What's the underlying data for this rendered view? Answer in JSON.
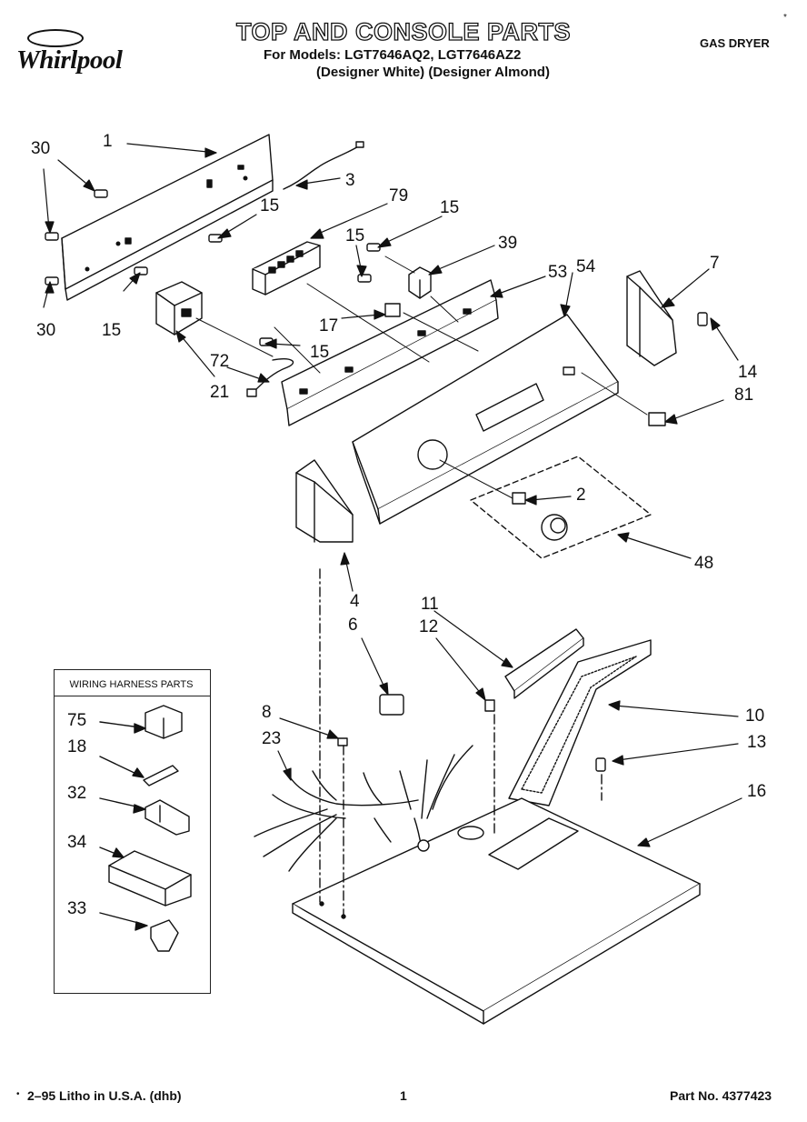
{
  "header": {
    "brand": "Whirlpool",
    "title": "TOP AND CONSOLE PARTS",
    "models_line": "For Models: LGT7646AQ2, LGT7646AZ2",
    "colors_line": "(Designer White) (Designer Almond)",
    "product": "GAS DRYER",
    "corner_mark": "*"
  },
  "callouts": {
    "c1": "1",
    "c30a": "30",
    "c3": "3",
    "c79": "79",
    "c15a": "15",
    "c15b": "15",
    "c15c": "15",
    "c39": "39",
    "c53": "53",
    "c54": "54",
    "c7": "7",
    "c30b": "30",
    "c15d": "15",
    "c17": "17",
    "c15e": "15",
    "c72": "72",
    "c21": "21",
    "c14": "14",
    "c81": "81",
    "c2": "2",
    "c48": "48",
    "c4": "4",
    "c6": "6",
    "c11": "11",
    "c12": "12",
    "c8": "8",
    "c23": "23",
    "c10": "10",
    "c13": "13",
    "c16": "16"
  },
  "harness": {
    "title": "WIRING HARNESS PARTS",
    "items": [
      "75",
      "18",
      "32",
      "34",
      "33"
    ]
  },
  "footer": {
    "left": "2–95 Litho in U.S.A. (dhb)",
    "bullet": "•",
    "page": "1",
    "part_number": "Part No. 4377423"
  }
}
